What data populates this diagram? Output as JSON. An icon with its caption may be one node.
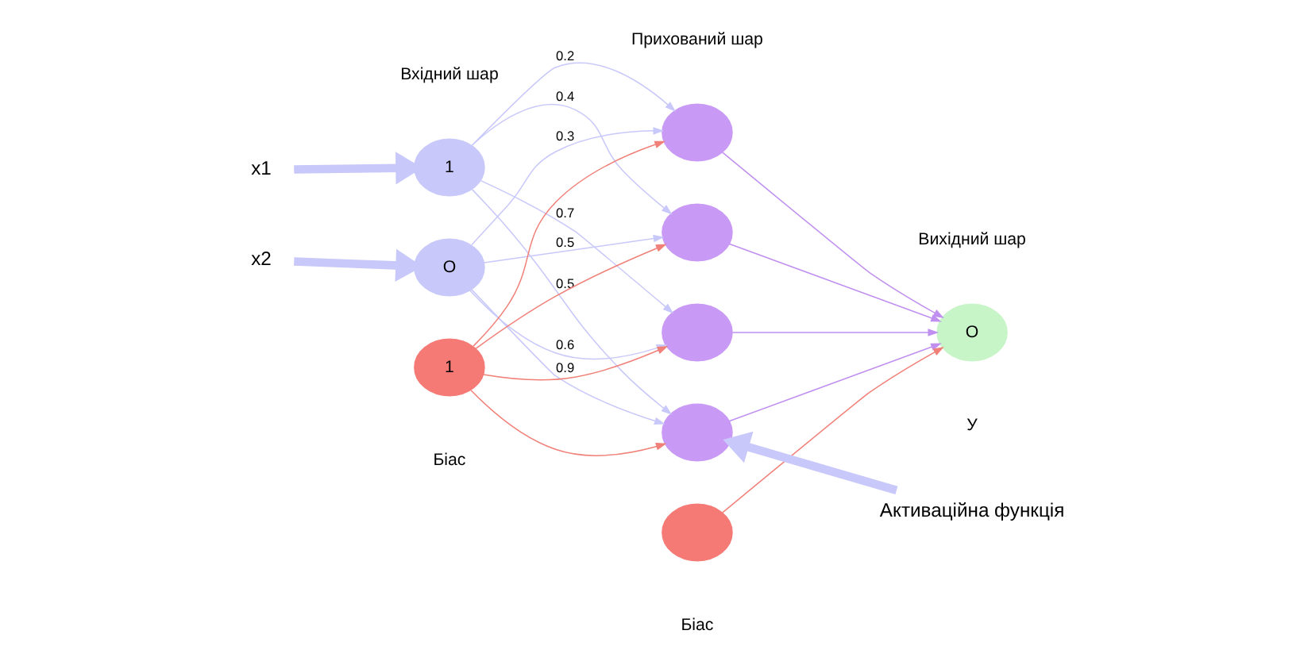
{
  "diagram": {
    "nodes": [
      {
        "text": [
          "x1"
        ]
      },
      {
        "text": [
          "x2"
        ]
      },
      {
        "text": [
          "1"
        ]
      },
      {
        "text": [
          "O"
        ]
      },
      {
        "text": [],
        "shape": "circle"
      },
      {
        "text": [],
        "shape": "circle"
      },
      {
        "text": [],
        "shape": "circle"
      },
      {
        "text": [],
        "shape": "circle"
      },
      {
        "text": [
          "O"
        ],
        "beside": [
          "У"
        ]
      },
      {
        "text": [
          "1"
        ],
        "beside": [
          "Біас"
        ]
      },
      {
        "text": [],
        "shape": "circle",
        "beside": [
          "Біас"
        ]
      },
      {
        "text": [
          "Активаційна функція"
        ]
      }
    ],
    "edges": [
      {
        "from": 0,
        "to": 2,
        "arrow": "to",
        "style": "thick"
      },
      {
        "from": 1,
        "to": 3,
        "arrow": "to",
        "style": "thick"
      },
      {
        "from": 2,
        "to": 4,
        "arrow": "to",
        "label": "0.2"
      },
      {
        "from": 2,
        "to": 5,
        "arrow": "to",
        "label": "0.4"
      },
      {
        "from": 2,
        "to": 6,
        "arrow": "to",
        "label": "0.7"
      },
      {
        "from": 2,
        "to": 7,
        "arrow": "to",
        "label": "0.5"
      },
      {
        "from": 3,
        "to": 4,
        "arrow": "to",
        "label": "0.3"
      },
      {
        "from": 3,
        "to": 5,
        "arrow": "to",
        "label": "0.5"
      },
      {
        "from": 3,
        "to": 6,
        "arrow": "to",
        "label": "0.6"
      },
      {
        "from": 3,
        "to": 7,
        "arrow": "to",
        "label": "0.9"
      },
      {
        "from": 9,
        "to": 4,
        "arrow": "to",
        "color": "#f08078"
      },
      {
        "from": 9,
        "to": 5,
        "arrow": "to",
        "color": "#f08078"
      },
      {
        "from": 9,
        "to": 6,
        "arrow": "to",
        "color": "#f08078"
      },
      {
        "from": 9,
        "to": 7,
        "arrow": "to",
        "color": "#f08078"
      },
      {
        "from": 4,
        "to": 8,
        "arrow": "to",
        "color": "#c090f0"
      },
      {
        "from": 5,
        "to": 8,
        "arrow": "to",
        "color": "#c090f0"
      },
      {
        "from": 6,
        "to": 8,
        "arrow": "to",
        "color": "#c090f0"
      },
      {
        "from": 7,
        "to": 8,
        "arrow": "to",
        "color": "#c090f0"
      },
      {
        "from": 10,
        "to": 8,
        "arrow": "to",
        "color": "#f08078"
      },
      {
        "from": 11,
        "to": 7,
        "arrow": "to",
        "style": "thick"
      }
    ],
    "labels": [
      "Прихований шар",
      "Вхідний шар",
      "Вихідний шар"
    ]
  }
}
